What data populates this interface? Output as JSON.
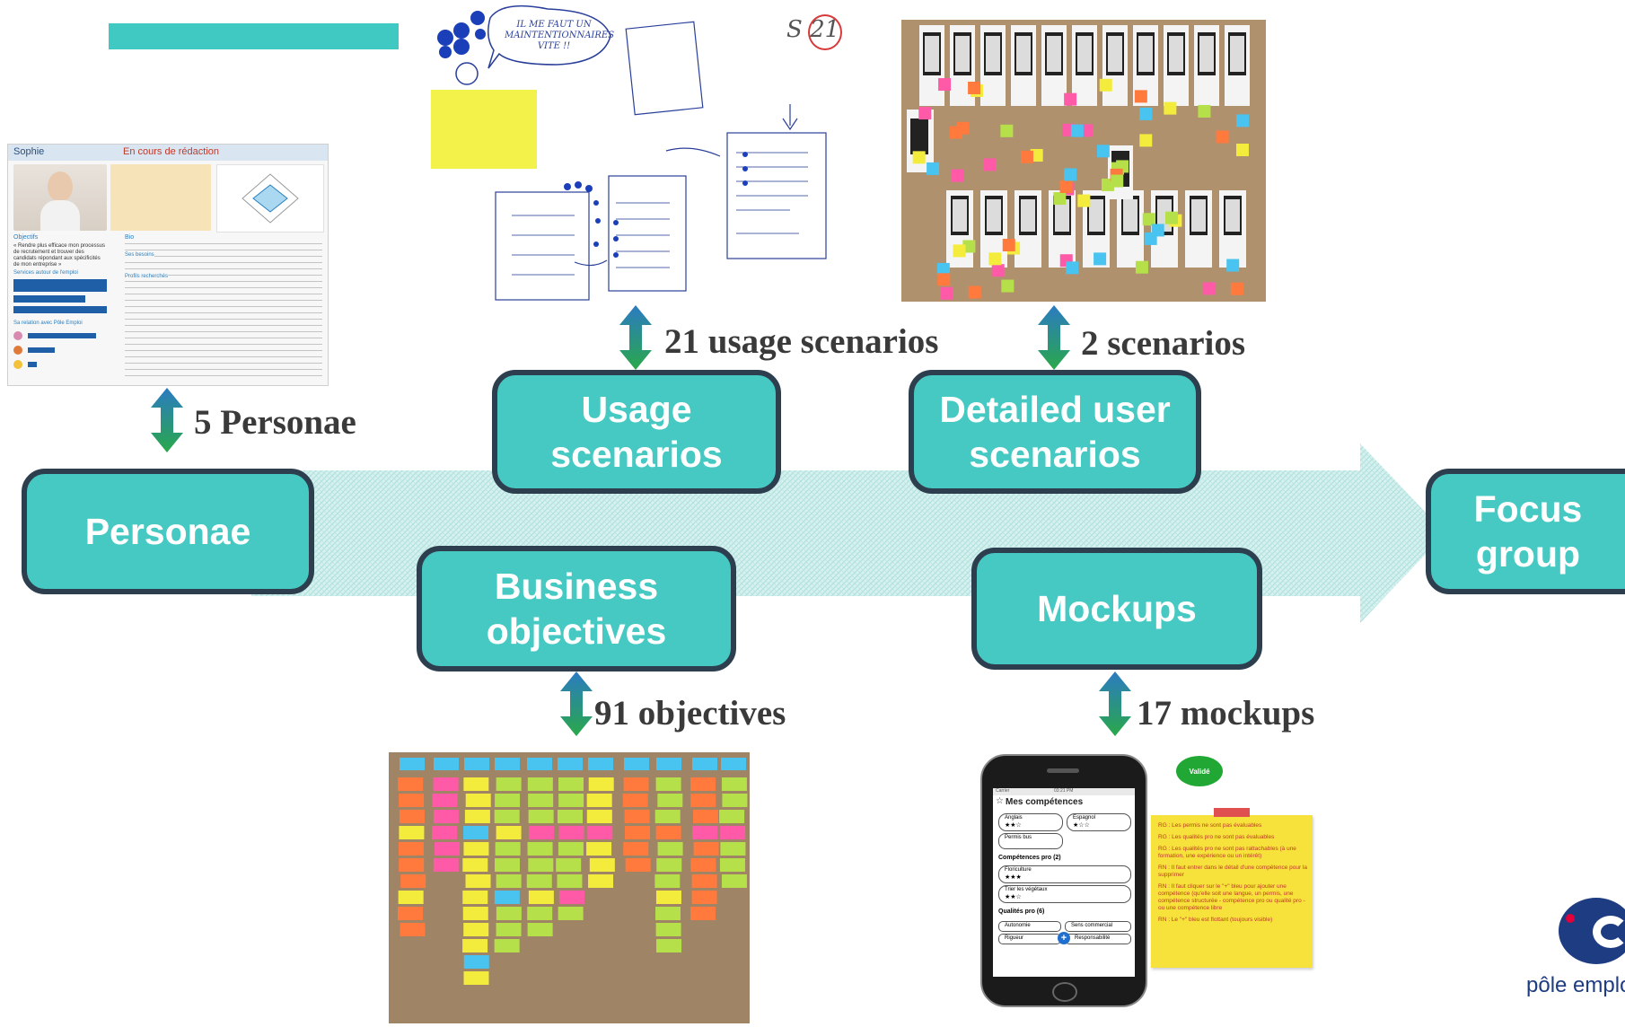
{
  "nodes": {
    "personae": "Personae",
    "usage": "Usage\nscenarios",
    "detailed": "Detailed user\nscenarios",
    "focus": "Focus\ngroup",
    "business": "Business\nobjectives",
    "mockups": "Mockups"
  },
  "metrics": {
    "personae": "5 Personae",
    "usage": "21 usage scenarios",
    "detailed": "2 scenarios",
    "business": "91 objectives",
    "mockups": "17 mockups"
  },
  "persona_card": {
    "name": "Sophie",
    "status": "En cours de rédaction",
    "bio_heading": "Bio",
    "needs_heading": "Ses besoins",
    "profiles_heading": "Profils recherchés",
    "objectives_heading": "Objectifs",
    "objective_text": "« Rendre plus efficace mon processus de recrutement et trouver des candidats répondant aux spécificités de mon entreprise »",
    "services_heading": "Services autour de l'emploi",
    "relation_heading": "Sa relation avec Pôle Emploi"
  },
  "sketch": {
    "bubble": "IL ME FAUT UN MAINTENTIONNAIRES VITE !!",
    "counter": "S 21"
  },
  "mockup": {
    "carrier": "Carrier",
    "time": "03:21 PM",
    "title": "Mes compétences",
    "skills": [
      {
        "label": "Anglais"
      },
      {
        "label": "Espagnol"
      },
      {
        "label": "Permis bus"
      }
    ],
    "pro_section": "Compétences pro (2)",
    "pro_items": [
      "Floriculture",
      "Trier les végétaux"
    ],
    "qual_section": "Qualités pro (6)",
    "qual_items": [
      "Autonomie",
      "Sens commercial",
      "Rigueur",
      "Responsabilité"
    ],
    "valid_badge": "Validé",
    "notes": [
      "RG : Les permis ne sont pas évaluables",
      "RG : Les qualités pro ne sont pas évaluables",
      "RG : Les qualités pro ne sont pas rattachables (à une formation, une expérience ou un intérêt)",
      "RN : Il faut entrer dans le détail d'une compétence pour la supprimer",
      "RN : Il faut cliquer sur le \"+\" bleu pour ajouter une compétence (qu'elle soit une langue, un permis, une compétence structurée - compétence pro ou qualité pro - ou une compétence libre",
      "RN : Le \"+\" bleu est flottant (toujours visible)"
    ]
  },
  "logo": {
    "text": "pôle emploi",
    "primary": "#1e3c82",
    "accent": "#e4003a"
  },
  "colors": {
    "node_fill": "#46c9c2",
    "node_border": "#2d3e4e",
    "arrow_fill": "#bfe9e6",
    "arrow_up": "#2b7bc2",
    "arrow_down": "#2aa84a"
  }
}
